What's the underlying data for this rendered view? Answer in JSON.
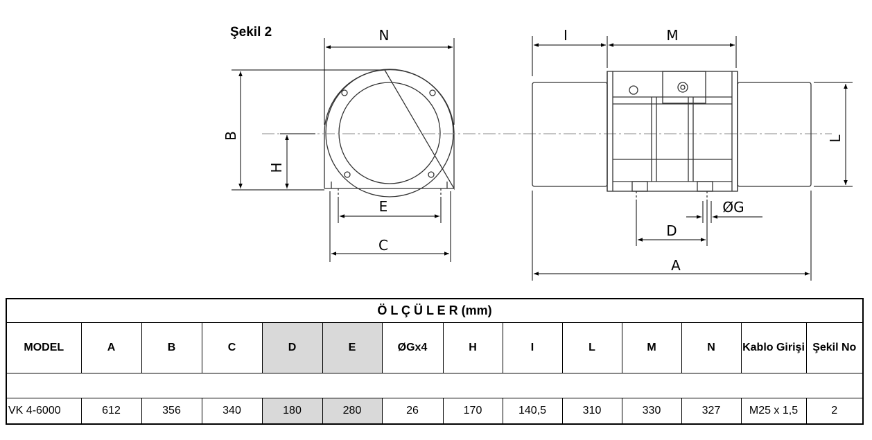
{
  "figure": {
    "title": "Şekil 2",
    "dimension_labels": {
      "N": "N",
      "B": "B",
      "H": "H",
      "E": "E",
      "C": "C",
      "I": "I",
      "M": "M",
      "L": "L",
      "D": "D",
      "G": "ØG",
      "A": "A"
    }
  },
  "table": {
    "title": "Ö L Ç Ü L E R  (mm)",
    "headers": [
      "MODEL",
      "A",
      "B",
      "C",
      "D",
      "E",
      "ØGx4",
      "H",
      "I",
      "L",
      "M",
      "N",
      "Kablo Girişi",
      "Şekil No"
    ],
    "rows": [
      [
        "VK 4-6000",
        "612",
        "356",
        "340",
        "180",
        "280",
        "26",
        "170",
        "140,5",
        "310",
        "330",
        "327",
        "M25 x 1,5",
        "2"
      ]
    ],
    "shaded_columns": [
      "D",
      "E"
    ],
    "shade_color": "#d9d9d9"
  }
}
